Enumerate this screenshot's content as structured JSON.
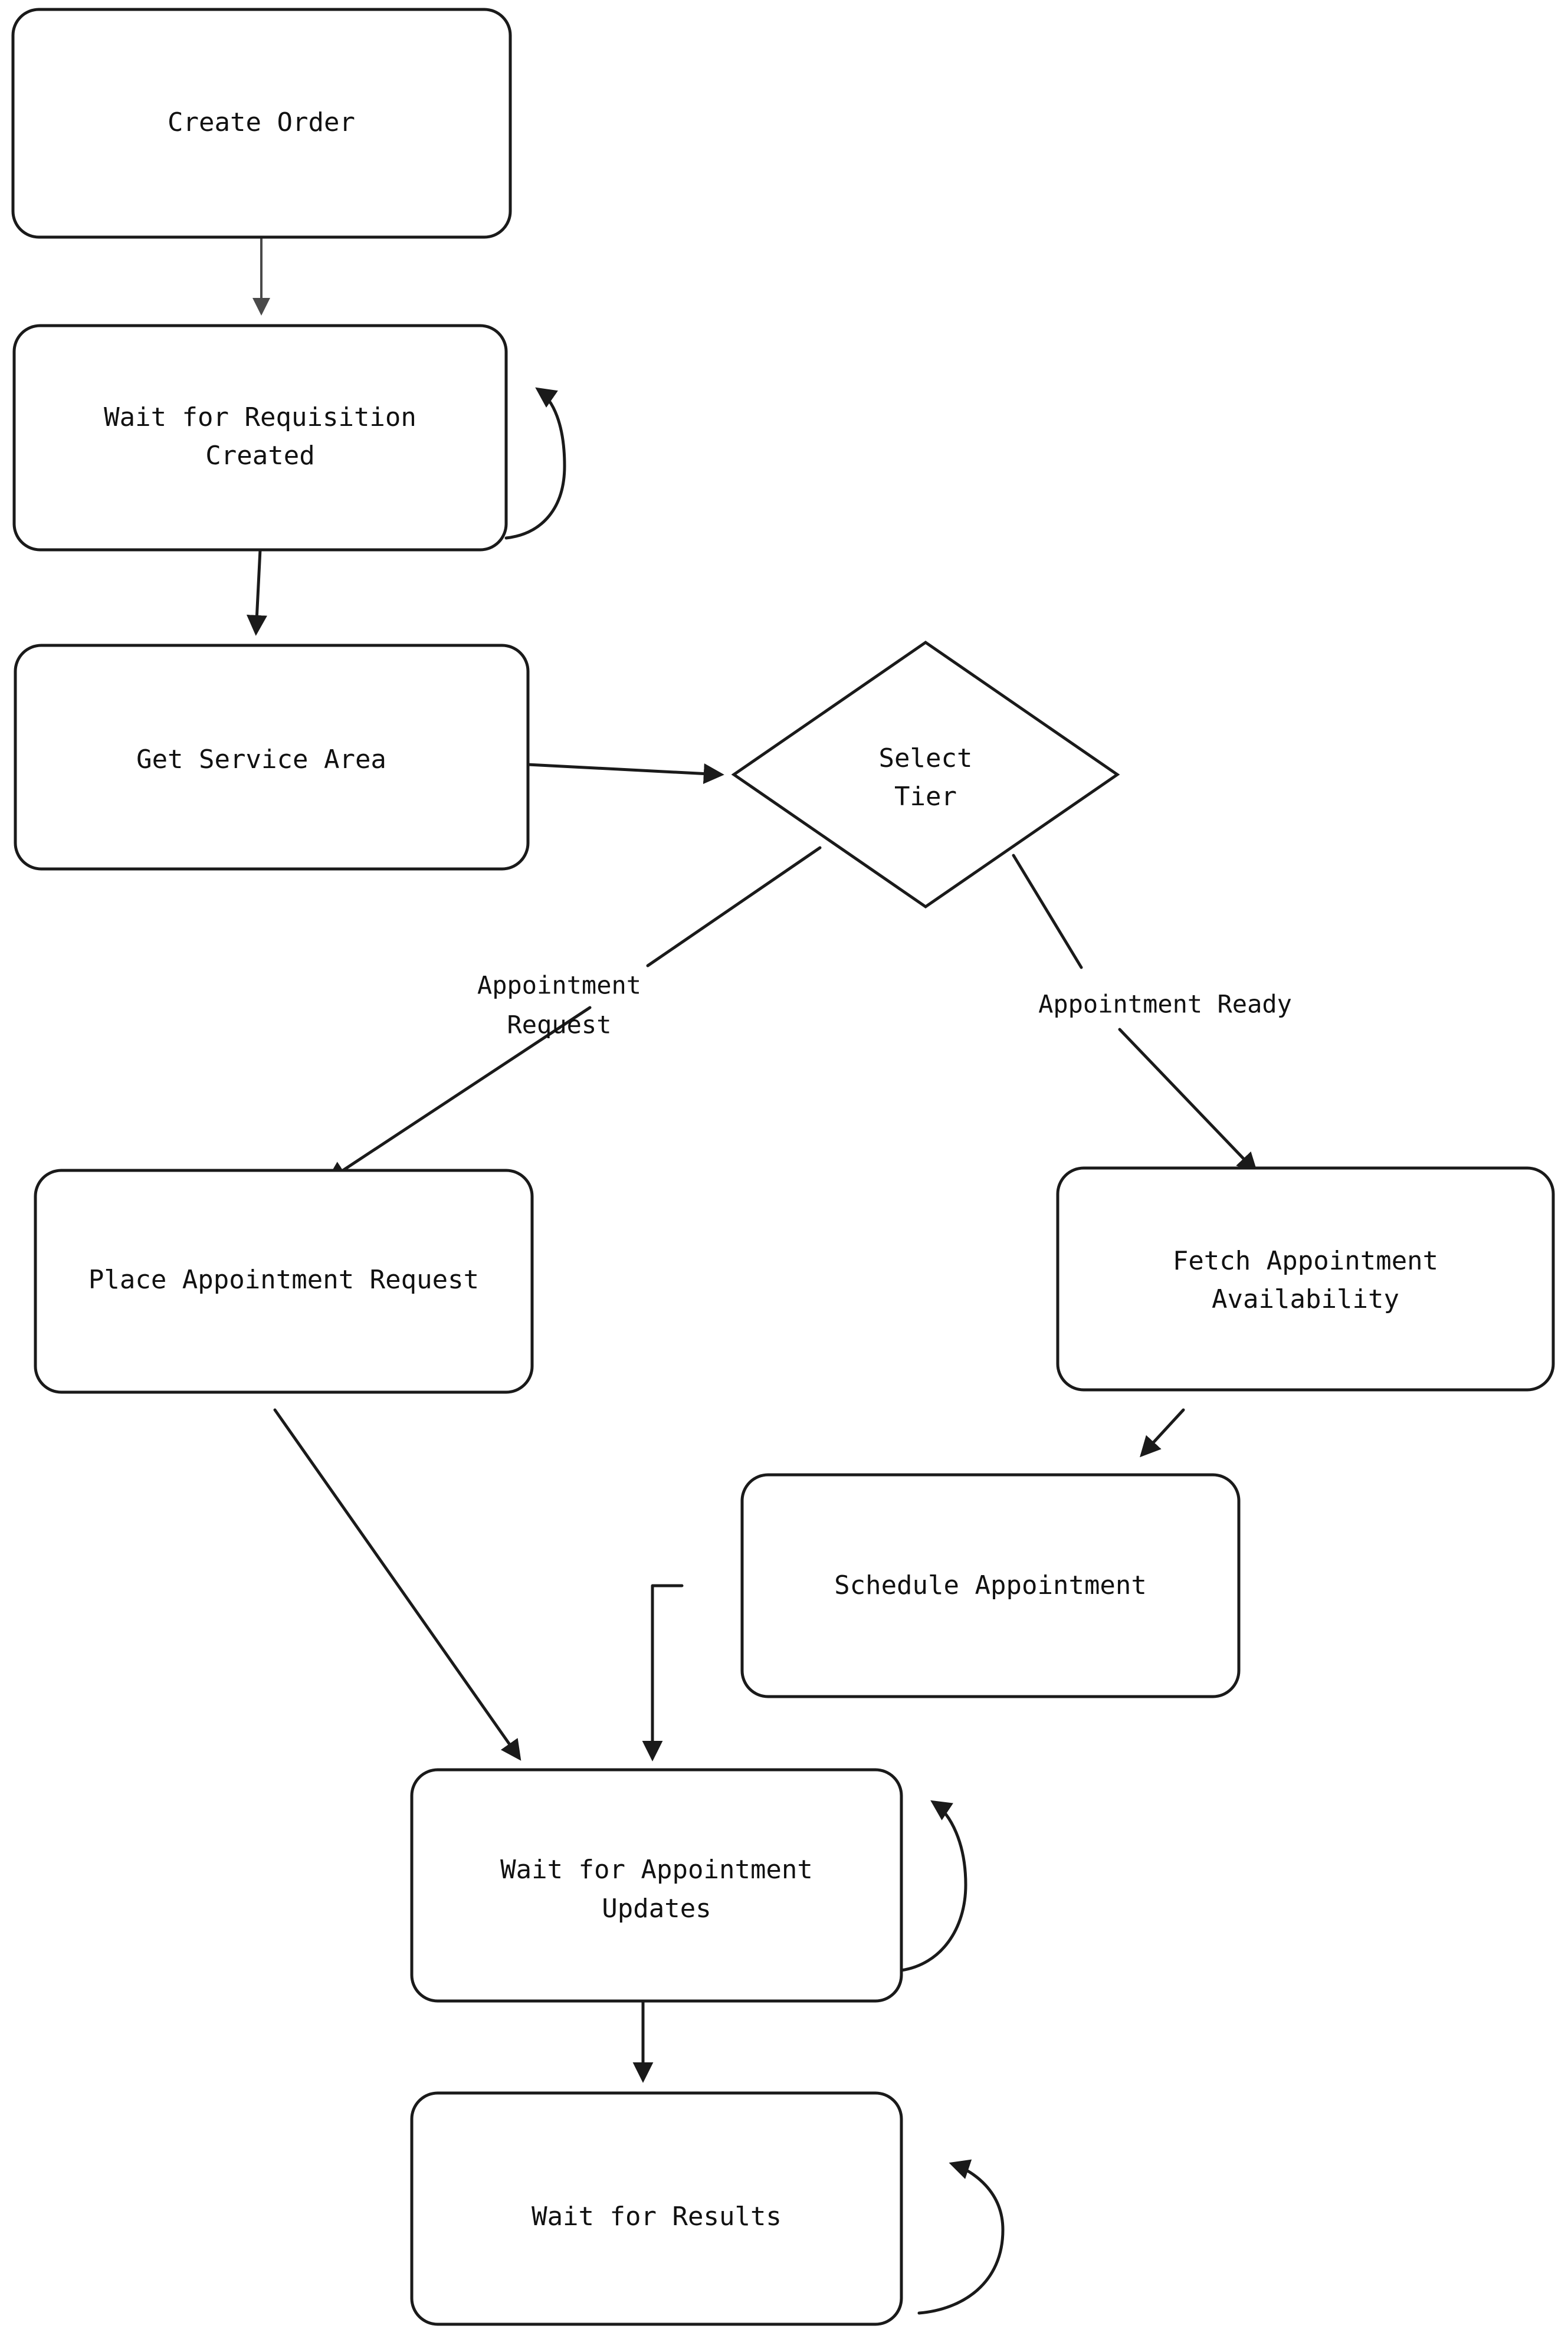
{
  "diagram": {
    "type": "flowchart",
    "title": "Order Appointment Workflow",
    "orientation": "top-to-bottom",
    "background_color": "#ffffff",
    "stroke_color": "#1a1a1a",
    "text_color": "#111111",
    "nodes": [
      {
        "id": "create-order",
        "shape": "rounded-rectangle",
        "lines": [
          "Create Order"
        ]
      },
      {
        "id": "wait-requisition-created",
        "shape": "rounded-rectangle",
        "lines": [
          "Wait for Requisition",
          "Created"
        ]
      },
      {
        "id": "get-service-area",
        "shape": "rounded-rectangle",
        "lines": [
          "Get Service Area"
        ]
      },
      {
        "id": "select-tier",
        "shape": "diamond",
        "lines": [
          "Select",
          "Tier"
        ]
      },
      {
        "id": "place-appointment-request",
        "shape": "rounded-rectangle",
        "lines": [
          "Place Appointment Request"
        ]
      },
      {
        "id": "fetch-appointment-availability",
        "shape": "rounded-rectangle",
        "lines": [
          "Fetch Appointment",
          "Availability"
        ]
      },
      {
        "id": "schedule-appointment",
        "shape": "rounded-rectangle",
        "lines": [
          "Schedule Appointment"
        ]
      },
      {
        "id": "wait-appointment-updates",
        "shape": "rounded-rectangle",
        "lines": [
          "Wait for Appointment",
          "Updates"
        ]
      },
      {
        "id": "wait-for-results",
        "shape": "rounded-rectangle",
        "lines": [
          "Wait for Results"
        ]
      }
    ],
    "node_text": {
      "create_order": "Create Order",
      "wait_requisition_created_l1": "Wait for Requisition",
      "wait_requisition_created_l2": "Created",
      "get_service_area": "Get Service Area",
      "select_tier_l1": "Select",
      "select_tier_l2": "Tier",
      "place_appointment_request": "Place Appointment Request",
      "fetch_appointment_availability_l1": "Fetch Appointment",
      "fetch_appointment_availability_l2": "Availability",
      "schedule_appointment": "Schedule Appointment",
      "wait_appointment_updates_l1": "Wait for Appointment",
      "wait_appointment_updates_l2": "Updates",
      "wait_for_results": "Wait for Results"
    },
    "edges": [
      {
        "id": "e1",
        "from": "create-order",
        "to": "wait-requisition-created",
        "label": "",
        "style": "straight-arrow"
      },
      {
        "id": "e2",
        "from": "wait-requisition-created",
        "to": "wait-requisition-created",
        "label": "",
        "style": "self-loop"
      },
      {
        "id": "e3",
        "from": "wait-requisition-created",
        "to": "get-service-area",
        "label": "",
        "style": "straight-arrow"
      },
      {
        "id": "e4",
        "from": "get-service-area",
        "to": "select-tier",
        "label": "",
        "style": "straight-arrow"
      },
      {
        "id": "e5",
        "from": "select-tier",
        "to": "place-appointment-request",
        "label": "Appointment Request",
        "label_lines": [
          "Appointment",
          "Request"
        ],
        "style": "diagonal-arrow"
      },
      {
        "id": "e6",
        "from": "select-tier",
        "to": "fetch-appointment-availability",
        "label": "Appointment Ready",
        "label_lines": [
          "Appointment Ready"
        ],
        "style": "diagonal-arrow"
      },
      {
        "id": "e7",
        "from": "fetch-appointment-availability",
        "to": "schedule-appointment",
        "label": "",
        "style": "diagonal-arrow"
      },
      {
        "id": "e8",
        "from": "place-appointment-request",
        "to": "wait-appointment-updates",
        "label": "",
        "style": "diagonal-arrow"
      },
      {
        "id": "e9",
        "from": "schedule-appointment",
        "to": "wait-appointment-updates",
        "label": "",
        "style": "elbow-arrow"
      },
      {
        "id": "e10",
        "from": "wait-appointment-updates",
        "to": "wait-appointment-updates",
        "label": "",
        "style": "self-loop"
      },
      {
        "id": "e11",
        "from": "wait-appointment-updates",
        "to": "wait-for-results",
        "label": "",
        "style": "straight-arrow"
      },
      {
        "id": "e12",
        "from": "wait-for-results",
        "to": "wait-for-results",
        "label": "",
        "style": "self-loop"
      }
    ],
    "edge_labels": {
      "appointment_request_l1": "Appointment",
      "appointment_request_l2": "Request",
      "appointment_ready": "Appointment Ready"
    }
  }
}
